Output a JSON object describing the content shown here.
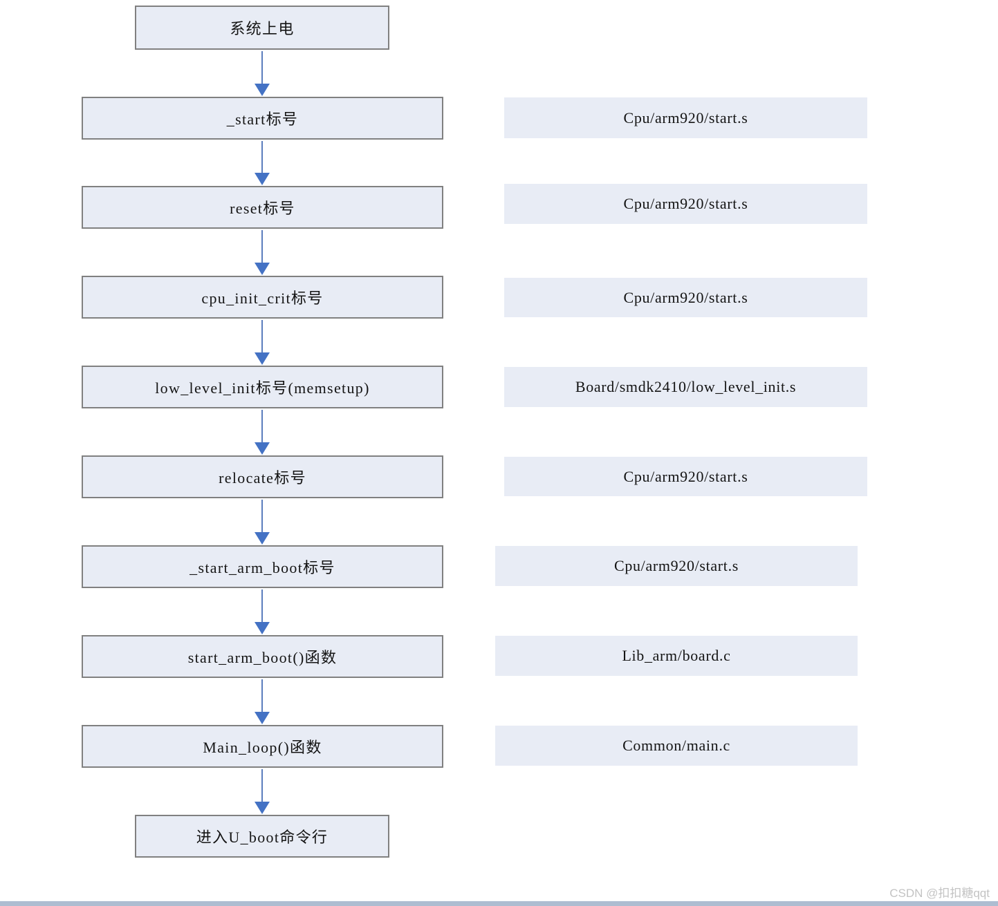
{
  "diagram": {
    "description": "U-boot startup flow",
    "colors": {
      "box_fill": "#e8ecf5",
      "box_border": "#808080",
      "arrow": "#4472c4",
      "arrow_line": "#5b7dbd",
      "footer_bar": "#aebdd1",
      "watermark": "#c3c3c3"
    },
    "steps": [
      {
        "label": "系统上电"
      },
      {
        "label": "_start标号",
        "file": "Cpu/arm920/start.s"
      },
      {
        "label": "reset标号",
        "file": "Cpu/arm920/start.s"
      },
      {
        "label": "cpu_init_crit标号",
        "file": "Cpu/arm920/start.s"
      },
      {
        "label": "low_level_init标号(memsetup)",
        "file": "Board/smdk2410/low_level_init.s"
      },
      {
        "label": "relocate标号",
        "file": "Cpu/arm920/start.s"
      },
      {
        "label": "_start_arm_boot标号",
        "file": "Cpu/arm920/start.s"
      },
      {
        "label": "start_arm_boot()函数",
        "file": "Lib_arm/board.c"
      },
      {
        "label": "Main_loop()函数",
        "file": "Common/main.c"
      },
      {
        "label": "进入U_boot命令行"
      }
    ],
    "watermark_text": "CSDN @扣扣糖qqt"
  }
}
